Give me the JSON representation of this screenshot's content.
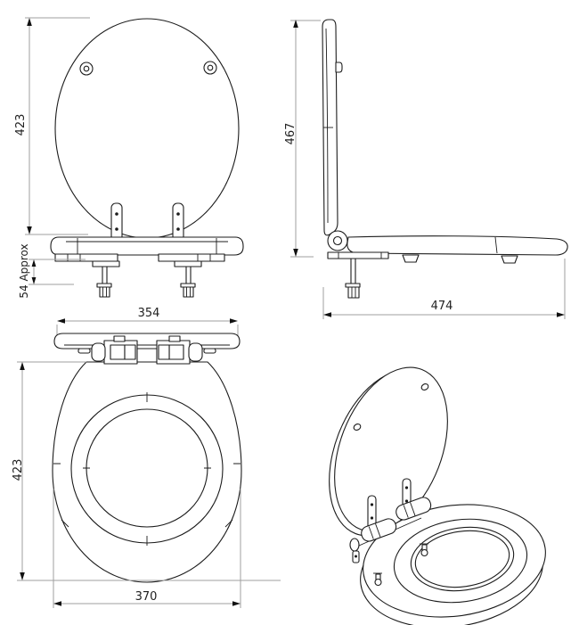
{
  "colors": {
    "background": "#ffffff",
    "object_line": "#1c1c1c",
    "dimension_line": "#9f9f9f",
    "arrowhead": "#111111",
    "text": "#222222"
  },
  "dimensions": {
    "front_lid_height": "423",
    "bolt_drop": "54 Approx",
    "side_height": "467",
    "side_depth": "474",
    "hinge_bar_width": "354",
    "seat_depth": "423",
    "seat_width": "370"
  }
}
